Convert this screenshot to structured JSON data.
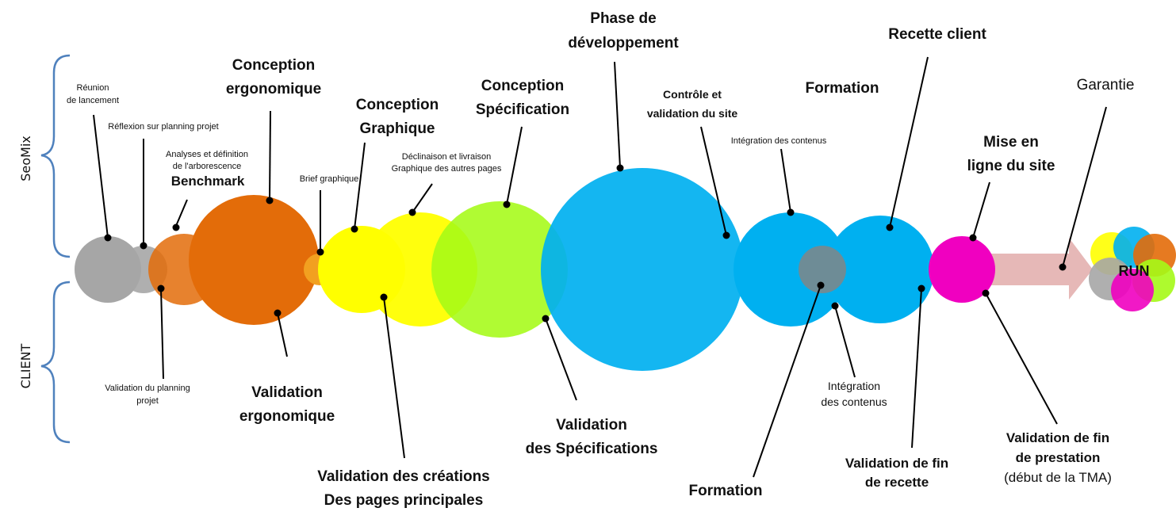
{
  "lanes": {
    "top": "SeoMix",
    "bottom": "CLIENT"
  },
  "run_label": "RUN",
  "colors": {
    "grey": "#a6a6a6",
    "orange": "#e36c09",
    "yellow": "#ffff00",
    "green": "#a5fa17",
    "blue": "#00b0f0",
    "magenta": "#f000c0",
    "arrow": "#e6b8b7",
    "bracket": "#4f81bd",
    "teal": "#3cc8a0"
  },
  "labels": {
    "reunion": [
      "Réunion",
      "de lancement"
    ],
    "reflexion": [
      "Réflexion sur planning projet"
    ],
    "analyses": [
      "Analyses  et définition",
      "de l'arborescence"
    ],
    "benchmark": [
      "Benchmark"
    ],
    "conc_ergo": [
      "Conception",
      "ergonomique"
    ],
    "brief": [
      "Brief graphique"
    ],
    "conc_graph": [
      "Conception",
      "Graphique"
    ],
    "declinaison": [
      "Déclinaison et livraison",
      "Graphique des autres pages"
    ],
    "conc_spec": [
      "Conception",
      "Spécification"
    ],
    "phase_dev": [
      "Phase de",
      "développement"
    ],
    "controle": [
      "Contrôle et",
      "validation du site"
    ],
    "integ_top": [
      "Intégration des contenus"
    ],
    "formation_top": [
      "Formation"
    ],
    "recette": [
      "Recette client"
    ],
    "mise_en_ligne": [
      "Mise en",
      "ligne du site"
    ],
    "garantie": [
      "Garantie"
    ],
    "valid_planning": [
      "Validation du planning",
      "projet"
    ],
    "valid_ergo": [
      "Validation",
      "ergonomique"
    ],
    "valid_creations": [
      "Validation des créations",
      "Des pages principales"
    ],
    "valid_spec": [
      "Validation",
      "des Spécifications"
    ],
    "formation_bottom": [
      "Formation"
    ],
    "integ_bottom": [
      "Intégration",
      "des contenus"
    ],
    "valid_recette": [
      "Validation de fin",
      "de recette"
    ],
    "valid_prestation": [
      "Validation de fin",
      "de prestation",
      "(début de la TMA)"
    ]
  }
}
